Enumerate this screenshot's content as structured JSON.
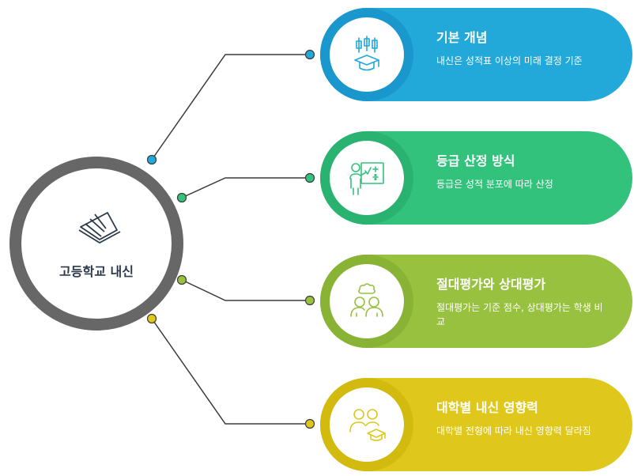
{
  "hub": {
    "label": "고등학교 내신",
    "icon": "book-icon"
  },
  "items": [
    {
      "title": "기본 개념",
      "desc": "내신은 성적표 이상의 미래 결정 기준",
      "icon": "graduation-chart-icon",
      "color": "#22a8d9"
    },
    {
      "title": "등급 산정 방식",
      "desc": "등급은 성적 분포에 따라 산정",
      "icon": "teacher-board-icon",
      "color": "#33c27c"
    },
    {
      "title": "절대평가와 상대평가",
      "desc": "절대평가는 기준 점수, 상대평가는 학생 비교",
      "icon": "people-thinking-icon",
      "color": "#97c13f"
    },
    {
      "title": "대학별 내신 영향력",
      "desc": "대학별 전형에 따라 내신 영향력 달라짐",
      "icon": "students-graduation-icon",
      "color": "#dfc81b"
    }
  ]
}
